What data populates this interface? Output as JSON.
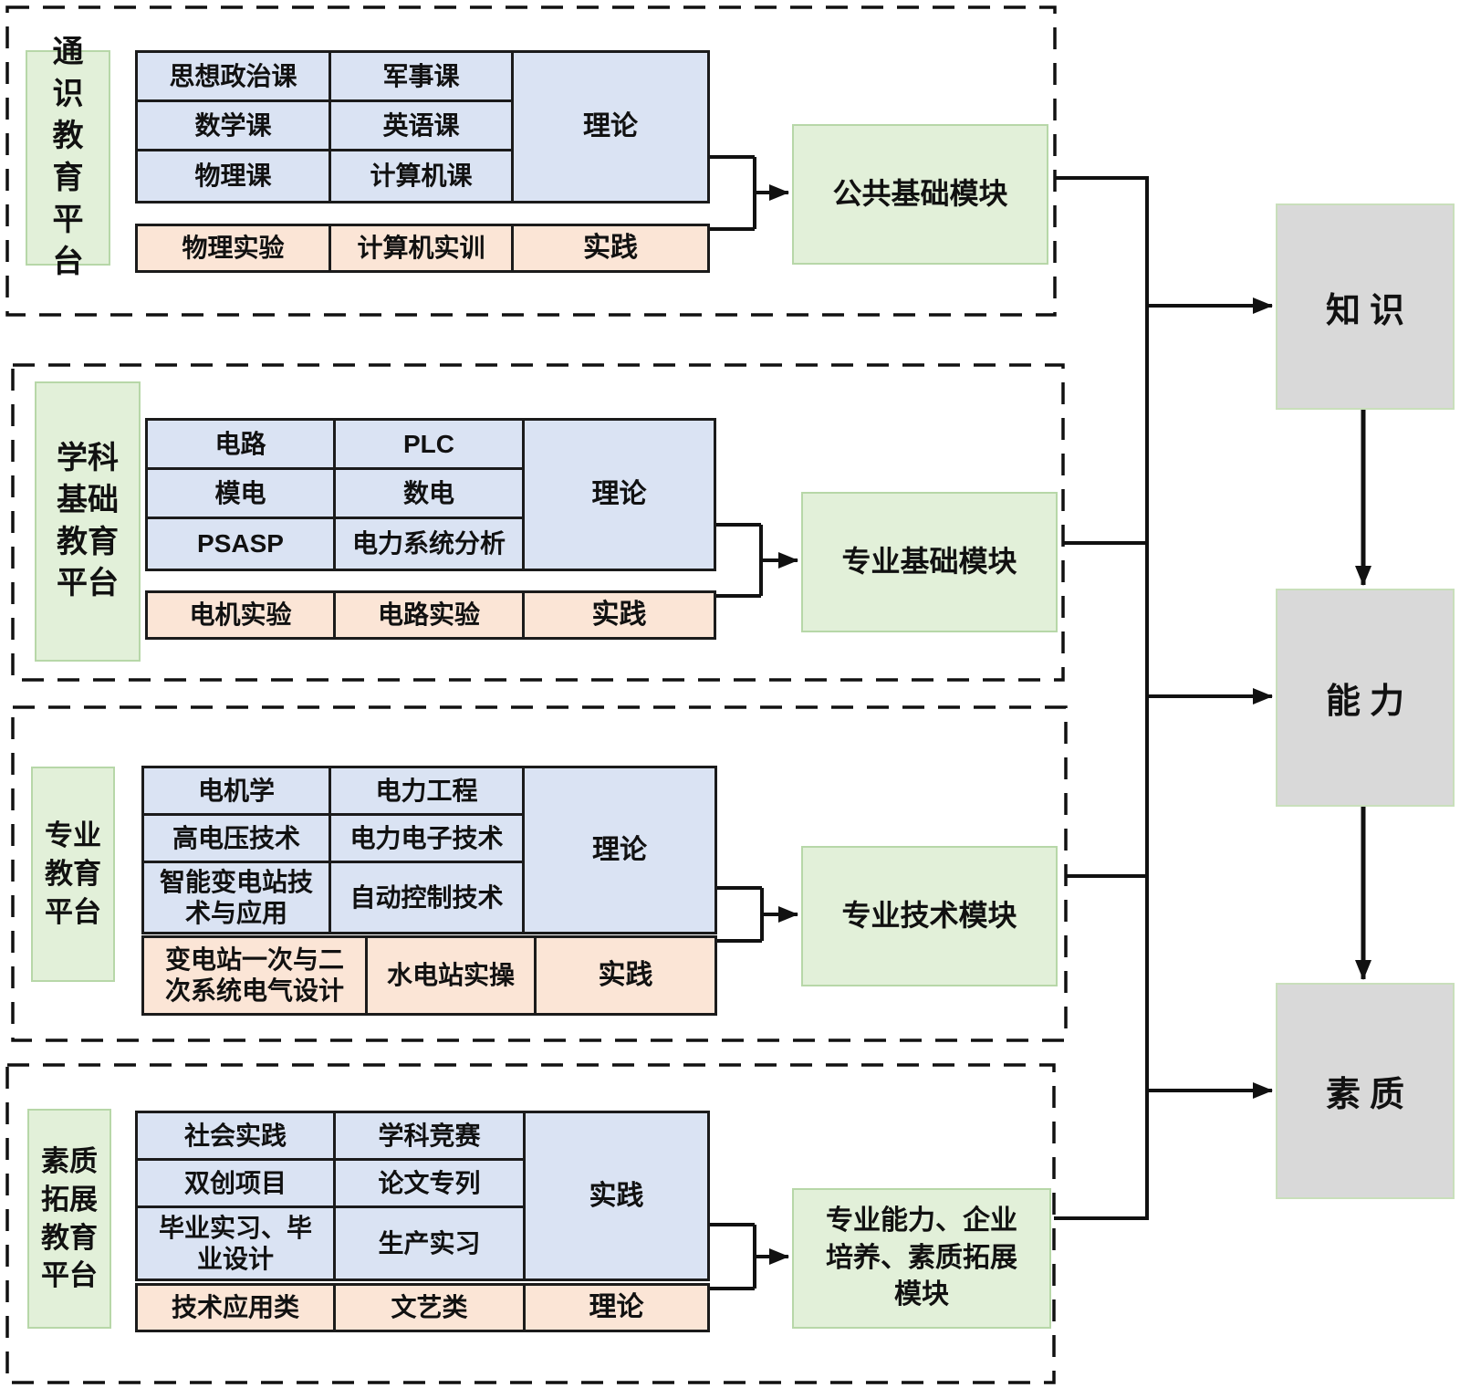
{
  "title": "课程体系结构图",
  "colors": {
    "course_blue": "#dae3f3",
    "practice_orange": "#fbe5d6",
    "module_green": "#e2f0d9",
    "green_border": "#b7d7a8",
    "outcome_gray": "#d9d9d9",
    "line_black": "#111111"
  },
  "sections": [
    {
      "platform": "通\n识\n教\n育\n平\n台",
      "grid": {
        "rows": [
          [
            "思想政治课",
            "军事课"
          ],
          [
            "数学课",
            "英语课"
          ],
          [
            "物理课",
            "计算机课"
          ]
        ],
        "side_label": "理论"
      },
      "practice_row": {
        "cells": [
          "物理实验",
          "计算机实训"
        ],
        "side_label": "实践"
      },
      "module": "公共基础模块"
    },
    {
      "platform": "学科\n基础\n教育\n平台",
      "grid": {
        "rows": [
          [
            "电路",
            "PLC"
          ],
          [
            "模电",
            "数电"
          ],
          [
            "PSASP",
            "电力系统分析"
          ]
        ],
        "side_label": "理论"
      },
      "practice_row": {
        "cells": [
          "电机实验",
          "电路实验"
        ],
        "side_label": "实践"
      },
      "module": "专业基础模块"
    },
    {
      "platform": "专业\n教育\n平台",
      "grid": {
        "rows": [
          [
            "电机学",
            "电力工程"
          ],
          [
            "高电压技术",
            "电力电子技术"
          ],
          [
            "智能变电站技\n术与应用",
            "自动控制技术"
          ]
        ],
        "side_label": "理论"
      },
      "practice_row": {
        "cells": [
          "变电站一次与二\n次系统电气设计",
          "水电站实操"
        ],
        "side_label": "实践"
      },
      "module": "专业技术模块"
    },
    {
      "platform": "素质\n拓展\n教育\n平台",
      "grid": {
        "rows": [
          [
            "社会实践",
            "学科竞赛"
          ],
          [
            "双创项目",
            "论文专列"
          ],
          [
            "毕业实习、毕\n业设计",
            "生产实习"
          ]
        ],
        "side_label": "实践"
      },
      "practice_row": {
        "cells": [
          "技术应用类",
          "文艺类"
        ],
        "side_label": "理论"
      },
      "module": "专业能力、企业\n培养、素质拓展\n模块"
    }
  ],
  "outcomes": [
    {
      "label": "知识"
    },
    {
      "label": "能力"
    },
    {
      "label": "素质"
    }
  ]
}
